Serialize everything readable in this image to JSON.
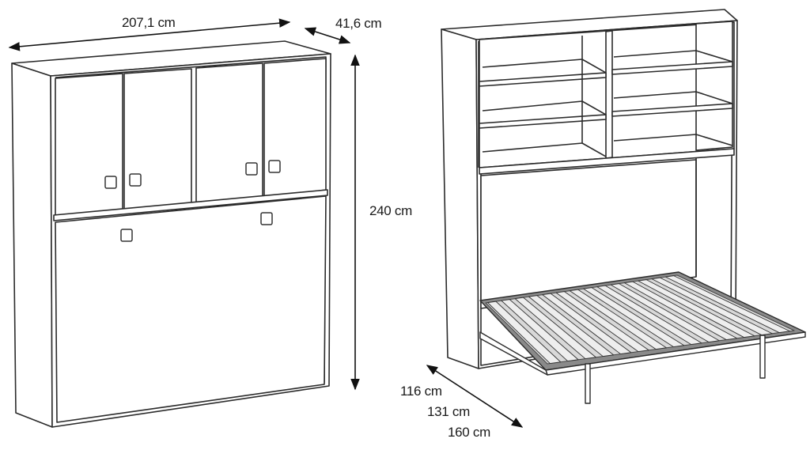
{
  "dimensions": {
    "width": "207,1 cm",
    "depth": "41,6 cm",
    "height": "240 cm",
    "bed_depth_1": "116 cm",
    "bed_depth_2": "131 cm",
    "bed_depth_3": "160 cm"
  },
  "colors": {
    "line": "#2b2b2b",
    "panel": "#ffffff",
    "slat": "#e9e9e9",
    "frame": "#8a8a8a",
    "handle": "#333333"
  }
}
